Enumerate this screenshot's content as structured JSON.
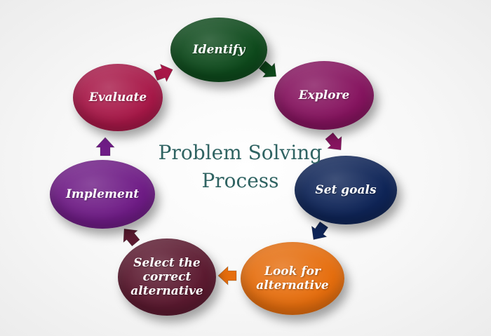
{
  "title": "Problem Solving\nProcess",
  "steps": [
    {
      "label": "Identify",
      "color": "#0e4a1c"
    },
    {
      "label": "Explore",
      "color": "#86145f"
    },
    {
      "label": "Set goals",
      "color": "#0f2558"
    },
    {
      "label": "Look for\nalternative",
      "color": "#e66e0e"
    },
    {
      "label": "Select the\ncorrect\nalternative",
      "color": "#5c1a30"
    },
    {
      "label": "Implement",
      "color": "#6f1c86"
    },
    {
      "label": "Evaluate",
      "color": "#a81848"
    }
  ],
  "arrow_colors": [
    "#0e4a1c",
    "#86145f",
    "#0f2558",
    "#e66e0e",
    "#5c1a30",
    "#6f1c86",
    "#a81848"
  ]
}
